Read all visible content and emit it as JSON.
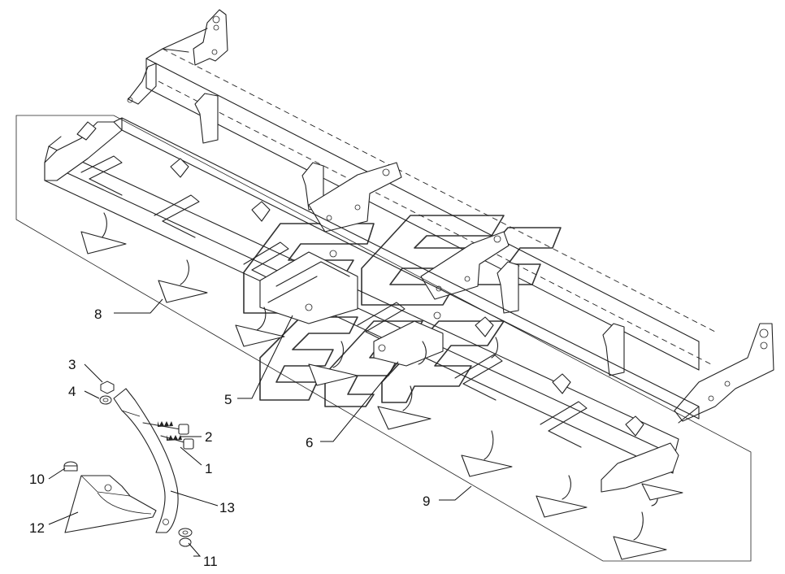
{
  "callouts": [
    {
      "id": "1",
      "label": "1"
    },
    {
      "id": "2",
      "label": "2"
    },
    {
      "id": "3",
      "label": "3"
    },
    {
      "id": "4",
      "label": "4"
    },
    {
      "id": "5",
      "label": "5"
    },
    {
      "id": "6",
      "label": "6"
    },
    {
      "id": "8",
      "label": "8"
    },
    {
      "id": "9",
      "label": "9"
    },
    {
      "id": "10",
      "label": "10"
    },
    {
      "id": "11",
      "label": "11"
    },
    {
      "id": "12",
      "label": "12"
    },
    {
      "id": "13",
      "label": "13"
    }
  ]
}
